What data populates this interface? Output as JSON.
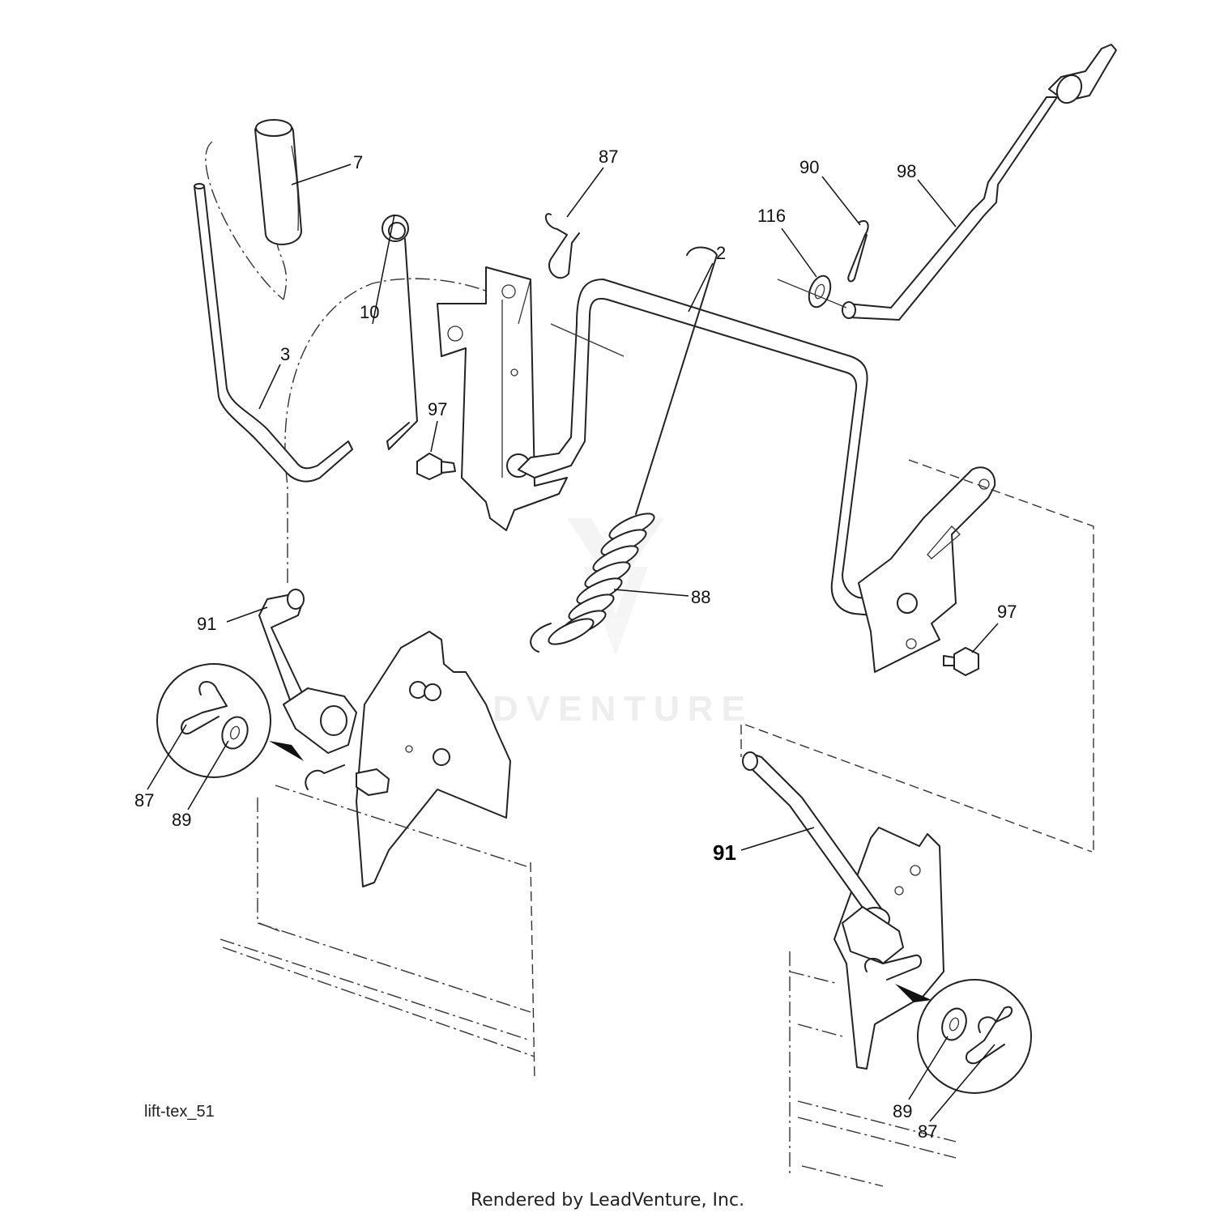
{
  "diagram": {
    "callouts": [
      {
        "id": "c7",
        "label": "7"
      },
      {
        "id": "c87a",
        "label": "87"
      },
      {
        "id": "c90",
        "label": "90"
      },
      {
        "id": "c98",
        "label": "98"
      },
      {
        "id": "c116",
        "label": "116"
      },
      {
        "id": "c2",
        "label": "2"
      },
      {
        "id": "c10",
        "label": "10"
      },
      {
        "id": "c3",
        "label": "3"
      },
      {
        "id": "c97a",
        "label": "97"
      },
      {
        "id": "c88",
        "label": "88"
      },
      {
        "id": "c97b",
        "label": "97"
      },
      {
        "id": "c91a",
        "label": "91"
      },
      {
        "id": "c87b",
        "label": "87"
      },
      {
        "id": "c89a",
        "label": "89"
      },
      {
        "id": "c91b",
        "label": "91"
      },
      {
        "id": "c89b",
        "label": "89"
      },
      {
        "id": "c87c",
        "label": "87"
      }
    ],
    "reference_code": "lift-tex_51",
    "watermark": "LEADVENTURE",
    "footer": "Rendered by LeadVenture, Inc."
  }
}
